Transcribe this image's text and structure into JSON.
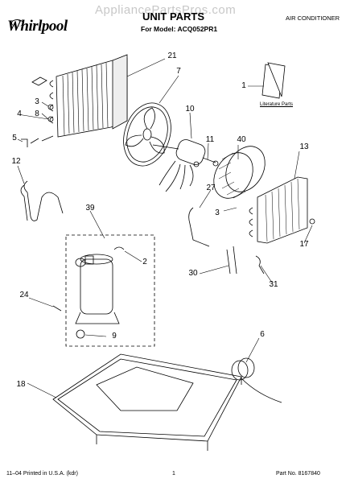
{
  "header": {
    "watermark": "AppliancePartsPros.com",
    "brand": "Whirlpool",
    "title": "UNIT PARTS",
    "model": "For Model: ACQ052PR1",
    "category": "AIR CONDITIONER"
  },
  "literature_label": "Literature Parts",
  "footer": {
    "printed": "11–04 Printed in U.S.A. (kdr)",
    "page": "1",
    "part_no": "Part No. 8167840"
  },
  "callouts": [
    "21",
    "7",
    "1",
    "10",
    "11",
    "40",
    "13",
    "3",
    "4",
    "8",
    "5",
    "12",
    "27",
    "3",
    "39",
    "2",
    "17",
    "30",
    "31",
    "24",
    "9",
    "6",
    "18"
  ]
}
